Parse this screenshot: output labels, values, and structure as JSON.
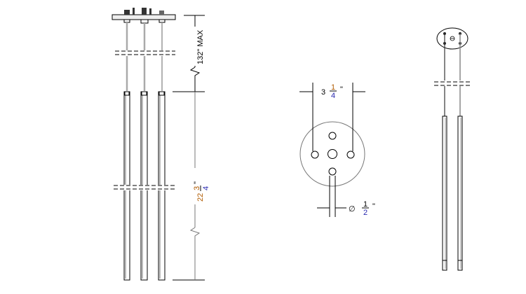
{
  "front_view": {
    "overall_length_label": "132\" MAX",
    "tube_length_whole": "22",
    "tube_length_num": "3",
    "tube_length_den": "4",
    "tube_length_unit": "\""
  },
  "canopy_view": {
    "spacing_whole": "3",
    "spacing_num": "1",
    "spacing_den": "4",
    "spacing_unit": "\"",
    "diameter_symbol": "∅",
    "diameter_num": "1",
    "diameter_den": "2",
    "diameter_unit": "\""
  }
}
